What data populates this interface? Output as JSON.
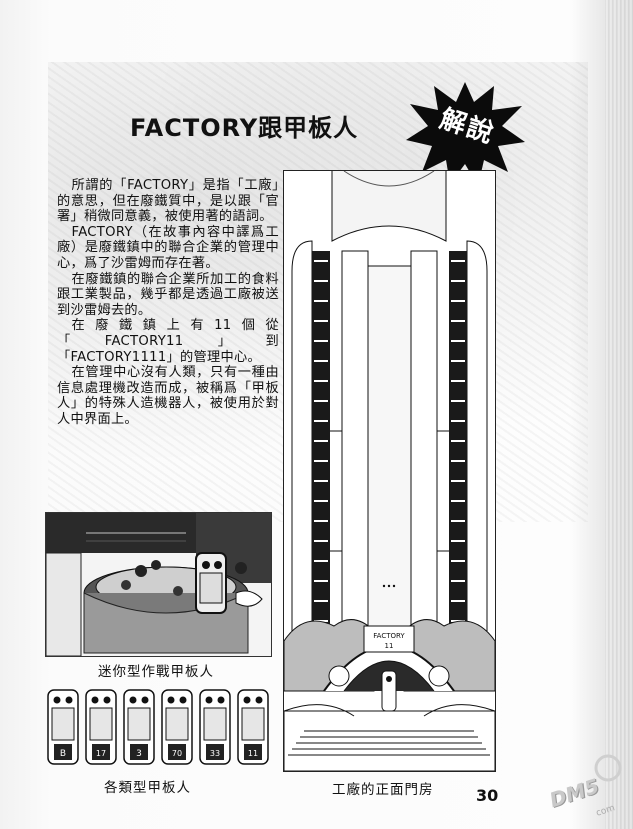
{
  "page": {
    "title": "FACTORY跟甲板人",
    "badge": "解說",
    "page_number": "30"
  },
  "article": {
    "paragraphs": [
      "所謂的「FACTORY」是指「工廠」的意思，但在廢鐵質中，是以跟「官署」稍微同意義，被使用著的語詞。",
      "FACTORY（在故事內容中譯爲工廠）是廢鐵鎮中的聯合企業的管理中心，爲了沙雷姆而存在著。",
      "在廢鐵鎮的聯合企業所加工的食料跟工業製品，幾乎都是透過工廠被送到沙雷姆去的。",
      "在廢鐵鎮上有11個從「FACTORY11」到「FACTORY1111」的管理中心。",
      "在管理中心沒有人類，只有一種由信息處理機改造而成，被稱爲「甲板人」的特殊人造機器人，被使用於對人中界面上。"
    ]
  },
  "figures": {
    "mini_caption": "迷你型作戰甲板人",
    "types_caption": "各類型甲板人",
    "factory_caption": "工廠的正面門房",
    "factory_sign": "FACTORY",
    "factory_sign_number": "11",
    "robot_numbers": [
      "B",
      "17",
      "3",
      "70",
      "33",
      "11"
    ]
  },
  "watermark": {
    "text": "DM5",
    "sub": "com"
  }
}
